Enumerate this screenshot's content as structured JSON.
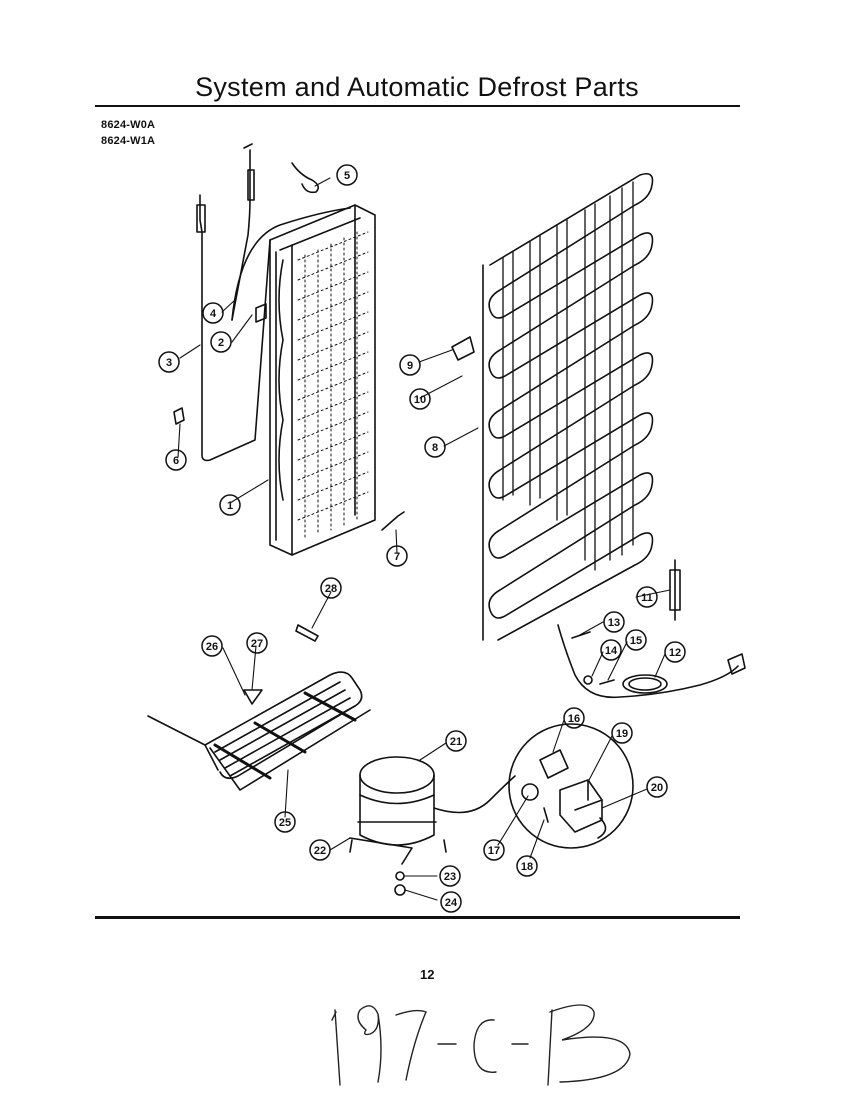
{
  "page": {
    "title": "System and Automatic Defrost Parts",
    "models": [
      "8624-W0A",
      "8624-W1A"
    ],
    "page_number": "12",
    "handwritten_note": "197-C-B"
  },
  "diagram": {
    "callouts": [
      "1",
      "2",
      "3",
      "4",
      "5",
      "6",
      "7",
      "8",
      "9",
      "10",
      "11",
      "12",
      "13",
      "14",
      "15",
      "16",
      "17",
      "18",
      "19",
      "20",
      "21",
      "22",
      "23",
      "24",
      "25",
      "26",
      "27",
      "28"
    ],
    "line_color": "#111111",
    "paper_color": "#ffffff"
  }
}
